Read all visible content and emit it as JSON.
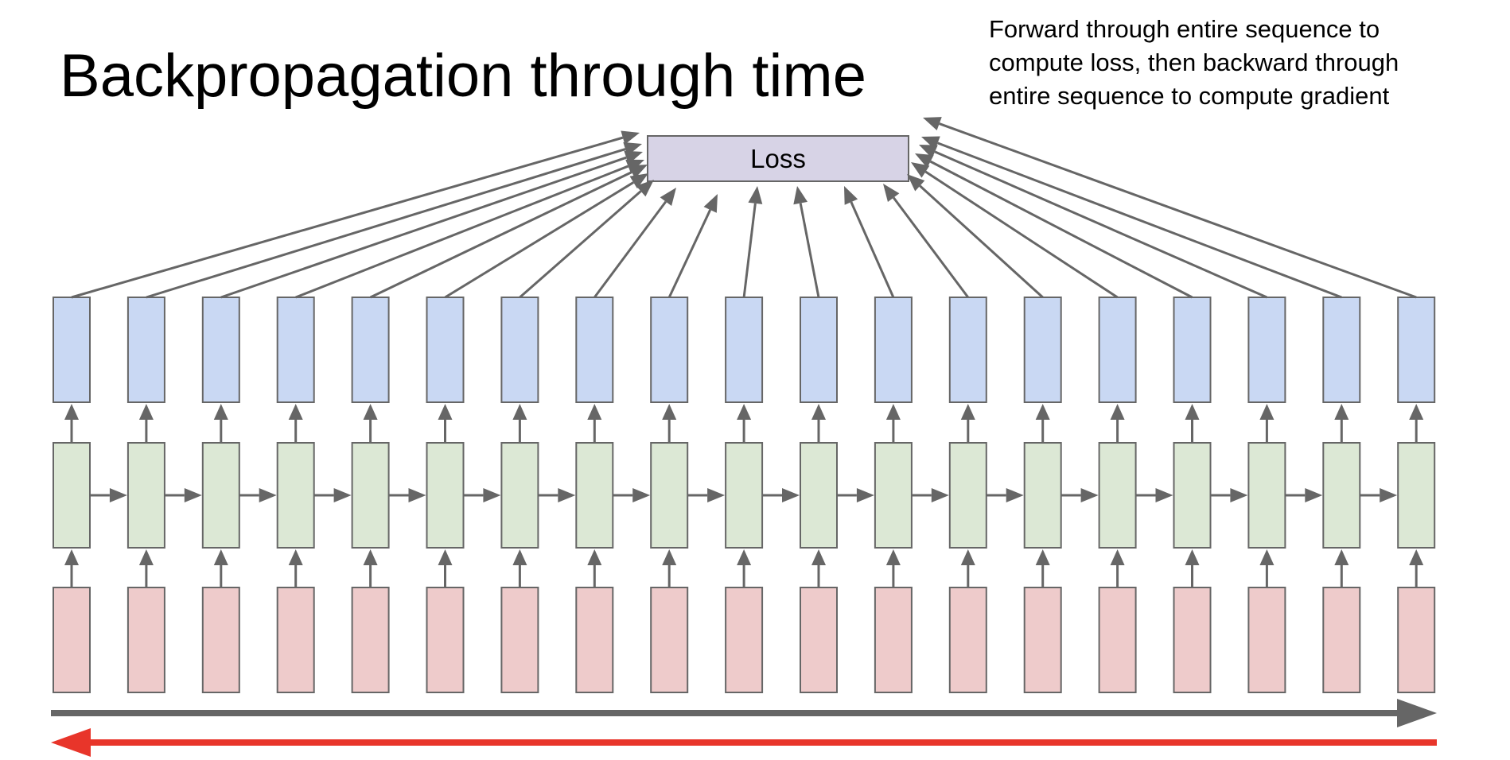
{
  "slide": {
    "title": "Backpropagation through time",
    "note_lines": [
      "Forward through entire sequence to",
      "compute loss, then backward through",
      "entire sequence to compute gradient"
    ]
  },
  "diagram": {
    "loss_label": "Loss",
    "num_timesteps": 19,
    "colors": {
      "output_fill": "#c9d8f3",
      "hidden_fill": "#dce8d5",
      "input_fill": "#eecbcb",
      "loss_fill": "#d7d3e6",
      "box_stroke": "#666666",
      "arrow": "#666666",
      "forward_arrow": "#666666",
      "backward_arrow": "#e8352a"
    },
    "forward_arrow_name": "forward-pass-arrow",
    "backward_arrow_name": "backward-pass-arrow"
  }
}
